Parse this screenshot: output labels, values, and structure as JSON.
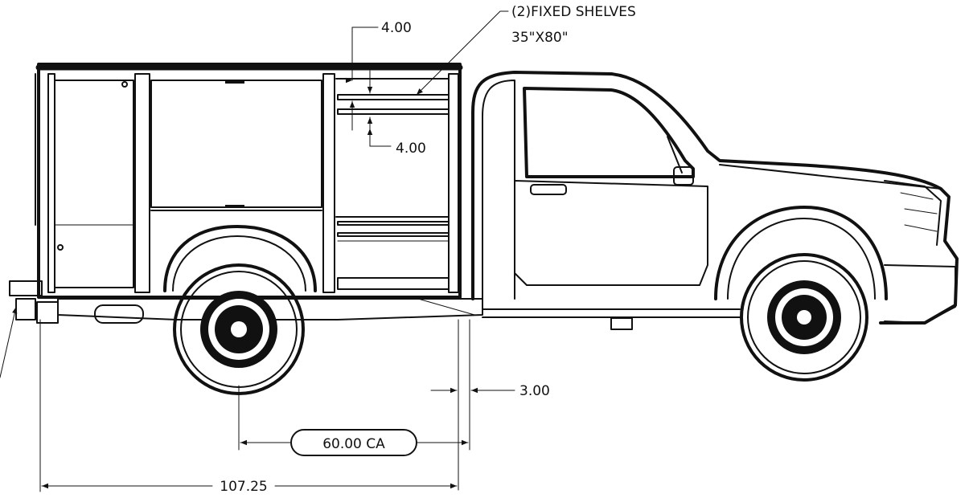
{
  "annotations": {
    "shelves_note_line1": "(2)FIXED SHELVES",
    "shelves_note_line2": "35\"X80\"",
    "dim_top_shelf": "4.00",
    "dim_lower_shelf": "4.00",
    "dim_gap": "3.00",
    "dim_cab_axle": "60.00 CA",
    "dim_body_length": "107.25"
  }
}
